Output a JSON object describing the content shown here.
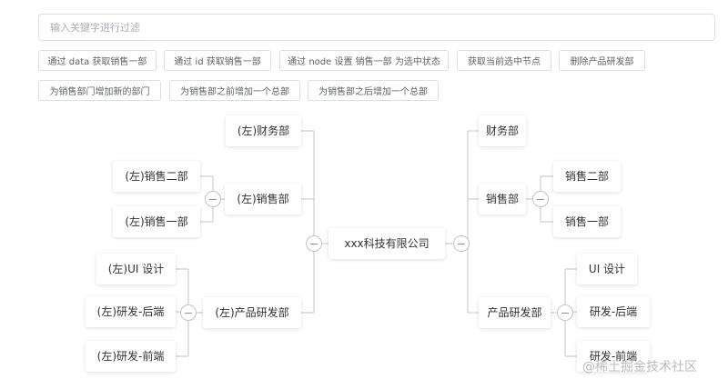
{
  "filter": {
    "placeholder": "输入关键字进行过滤"
  },
  "buttons": {
    "get_by_data": "通过 data 获取销售一部",
    "get_by_id": "通过 id 获取销售一部",
    "set_current_by_node": "通过 node 设置 销售一部 为选中状态",
    "get_current_node": "获取当前选中节点",
    "delete_rd": "删除产品研发部",
    "append_to_sales": "为销售部门增加新的部门",
    "insert_before_sales": "为销售部之前增加一个总部",
    "insert_after_sales": "为销售部之后增加一个总部"
  },
  "tree": {
    "root": "xxx科技有限公司",
    "left": {
      "finance": "(左)财务部",
      "sales": "(左)销售部",
      "sales_two": "(左)销售二部",
      "sales_one": "(左)销售一部",
      "rd": "(左)产品研发部",
      "ui": "(左)UI 设计",
      "backend": "(左)研发-后端",
      "frontend": "(左)研发-前端"
    },
    "right": {
      "finance": "财务部",
      "sales": "销售部",
      "sales_two": "销售二部",
      "sales_one": "销售一部",
      "rd": "产品研发部",
      "ui": "UI 设计",
      "backend": "研发-后端",
      "frontend": "研发-前端"
    }
  },
  "watermark": "@稀土掘金技术社区",
  "colors": {
    "connector": "#c0c4cc",
    "node_shadow": "#e4e7ed",
    "button_border": "#dcdfe6"
  }
}
